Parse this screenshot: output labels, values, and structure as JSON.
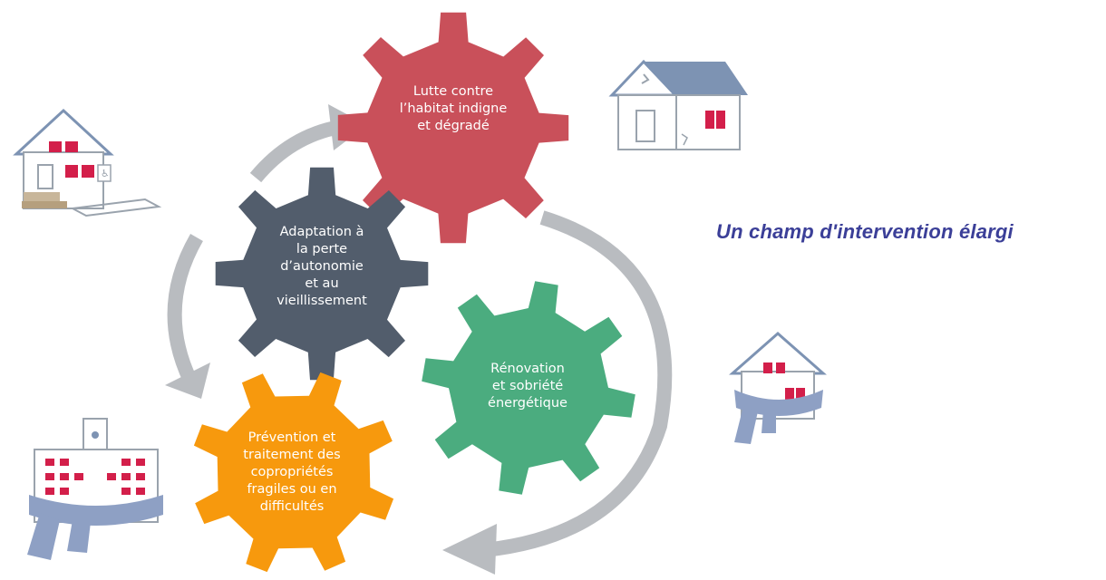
{
  "caption": "Un champ d'intervention élargi",
  "gears": {
    "habitat": {
      "color": "#c9505a",
      "lines": [
        "Lutte contre",
        "l’habitat indigne",
        "et dégradé"
      ]
    },
    "autonomie": {
      "color": "#525d6c",
      "lines": [
        "Adaptation à",
        "la perte",
        "d’autonomie",
        "et au",
        "vieillissement"
      ]
    },
    "renovation": {
      "color": "#4bac7f",
      "lines": [
        "Rénovation",
        "et sobriété",
        "énergétique"
      ]
    },
    "copro": {
      "color": "#f7990d",
      "lines": [
        "Prévention et",
        "traitement des",
        "copropriétés",
        "fragiles ou en",
        "difficultés"
      ]
    }
  },
  "colors": {
    "arrow": "#b9bcc0",
    "caption": "#3b3f98",
    "house_accent": "#d31f4a",
    "house_roof": "#7d93b3",
    "scarf": "#8ea0c4"
  },
  "icons": [
    "accessible-house-icon",
    "damaged-house-icon",
    "insulated-house-icon",
    "insulated-building-icon"
  ]
}
